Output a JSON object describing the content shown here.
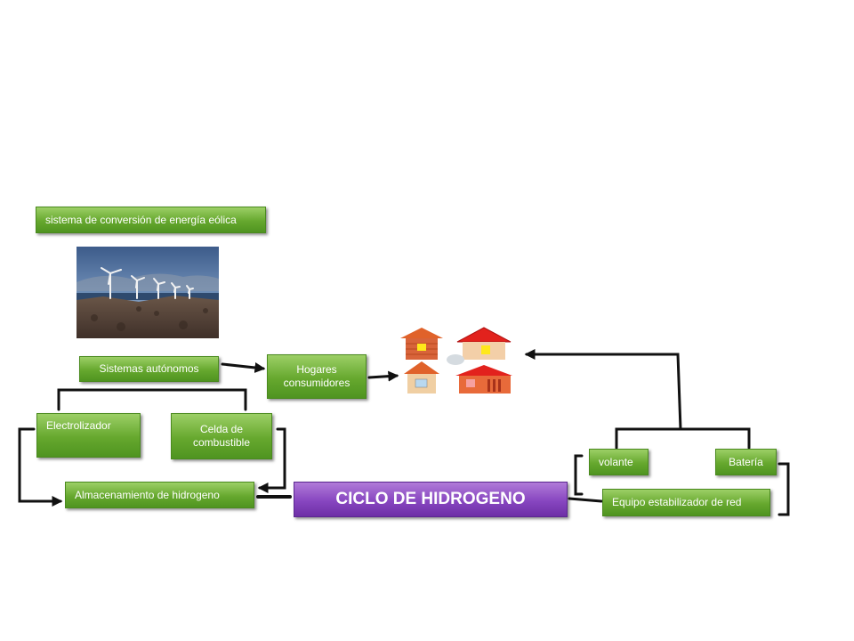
{
  "diagram": {
    "wind_system_label": "sistema de conversión de energía eólica",
    "autonomous_label": "Sistemas autónomos",
    "homes_label": "Hogares consumidores",
    "electrolyzer_label": "Electrolizador",
    "fuel_cell_label": "Celda de combustible",
    "storage_label": "Almacenamiento de hidrogeno",
    "cycle_label": "CICLO DE HIDROGENO",
    "flywheel_label": "volante",
    "battery_label": "Batería",
    "stabilizer_label": "Equipo estabilizador de red"
  },
  "colors": {
    "green_box": "#6aad34",
    "purple_box": "#8a4bc2",
    "connector": "#111111"
  },
  "icons": {
    "wind_photo": "wind-turbines-photo",
    "houses": "houses-illustration"
  }
}
